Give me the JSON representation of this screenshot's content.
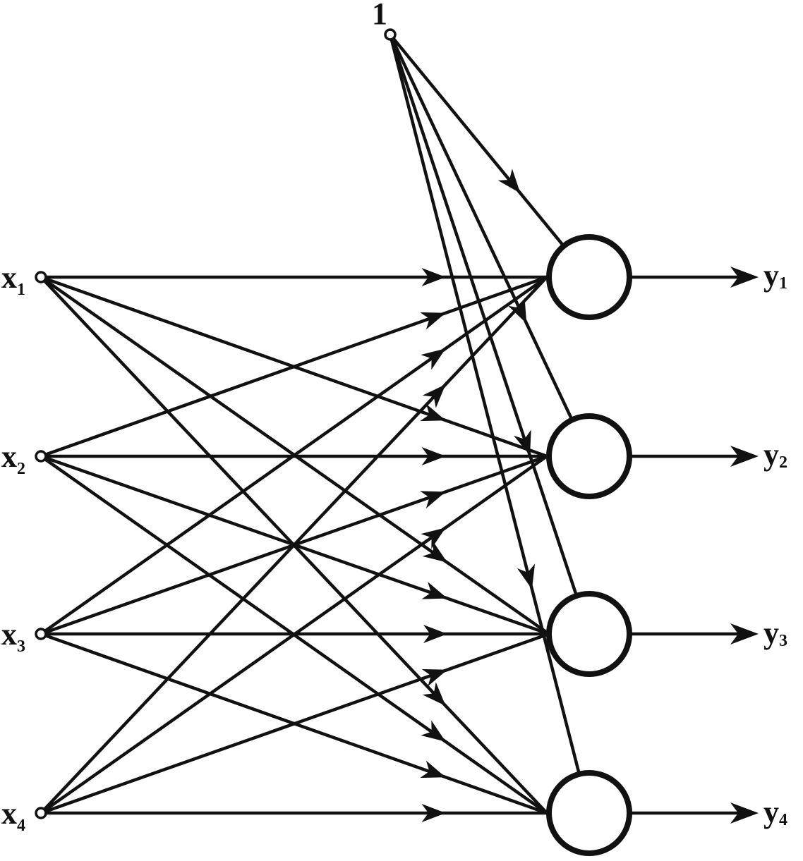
{
  "diagram": {
    "bias_label": "1",
    "inputs": [
      {
        "base": "x",
        "sub": "1"
      },
      {
        "base": "x",
        "sub": "2"
      },
      {
        "base": "x",
        "sub": "3"
      },
      {
        "base": "x",
        "sub": "4"
      }
    ],
    "outputs": [
      {
        "base": "y",
        "sub": "1"
      },
      {
        "base": "y",
        "sub": "2"
      },
      {
        "base": "y",
        "sub": "3"
      },
      {
        "base": "y",
        "sub": "4"
      }
    ],
    "colors": {
      "stroke": "#111111",
      "background": "#ffffff"
    }
  }
}
